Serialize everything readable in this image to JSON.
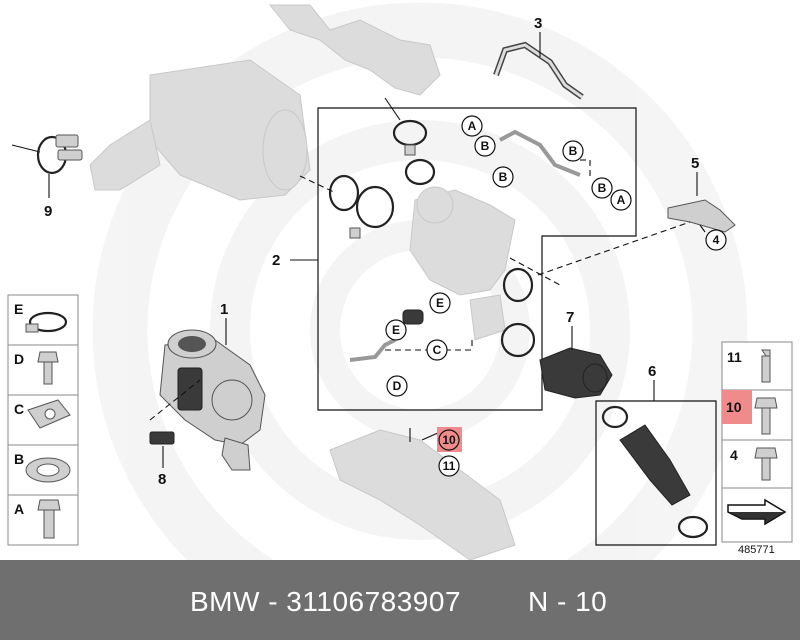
{
  "callouts": {
    "c1": "1",
    "c2": "2",
    "c3": "3",
    "c4": "4",
    "c5": "5",
    "c6": "6",
    "c7": "7",
    "c8": "8",
    "c9": "9"
  },
  "circle_labels": {
    "a_top": "A",
    "b_top1": "B",
    "b_top2": "B",
    "b_top3": "B",
    "b_top4": "B",
    "a_top2": "A",
    "four": "4",
    "e1": "E",
    "e2": "E",
    "c": "C",
    "d": "D",
    "ten": "10",
    "eleven": "11"
  },
  "legend_left": [
    "E",
    "D",
    "C",
    "B",
    "A"
  ],
  "legend_right": [
    "11",
    "10",
    "4"
  ],
  "highlight_color": "#f08b8b",
  "image_number": "485771",
  "footer": {
    "part_code": "BMW - 31106783907",
    "page_ref": "N - 10"
  }
}
